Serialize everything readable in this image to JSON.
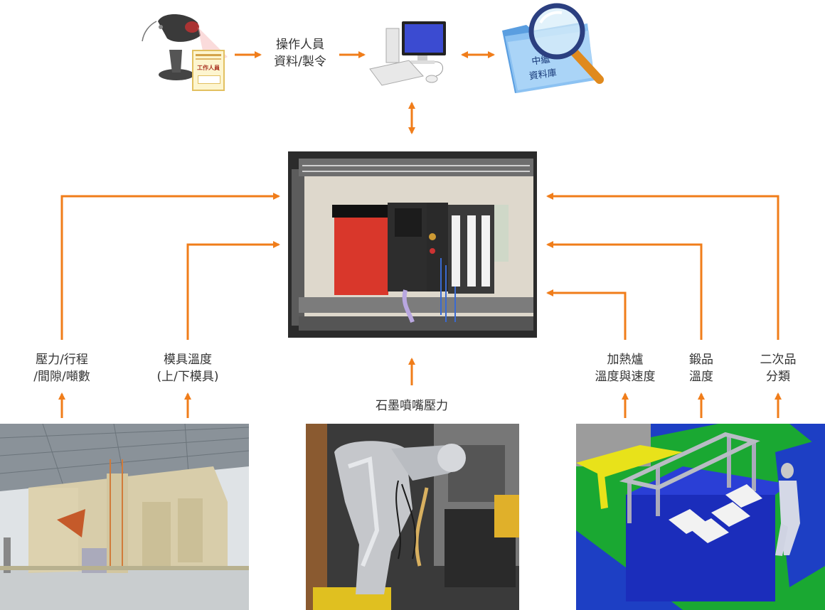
{
  "top": {
    "operator_label": [
      "操作人員",
      "資料/製令"
    ],
    "relay_db_label": [
      "中繼",
      "資料庫"
    ],
    "work_card_text": "工作人員"
  },
  "inputs_left": [
    {
      "lines": [
        "壓力/行程",
        "/間隙/噸數"
      ]
    },
    {
      "lines": [
        "模具溫度",
        "(上/下模具)"
      ]
    }
  ],
  "input_center": {
    "lines": [
      "石墨噴嘴壓力"
    ]
  },
  "inputs_right": [
    {
      "lines": [
        "加熱爐",
        "溫度與速度"
      ]
    },
    {
      "lines": [
        "鍛品",
        "溫度"
      ]
    },
    {
      "lines": [
        "二次品",
        "分類"
      ]
    }
  ],
  "colors": {
    "arrow": "#f07d1a",
    "plc_red": "#d9372b",
    "floor_green": "#1aa832",
    "floor_blue": "#1d3fc4"
  },
  "icons": [
    "barcode-scanner-icon",
    "computer-icon",
    "database-folder-icon",
    "magnifier-icon"
  ]
}
